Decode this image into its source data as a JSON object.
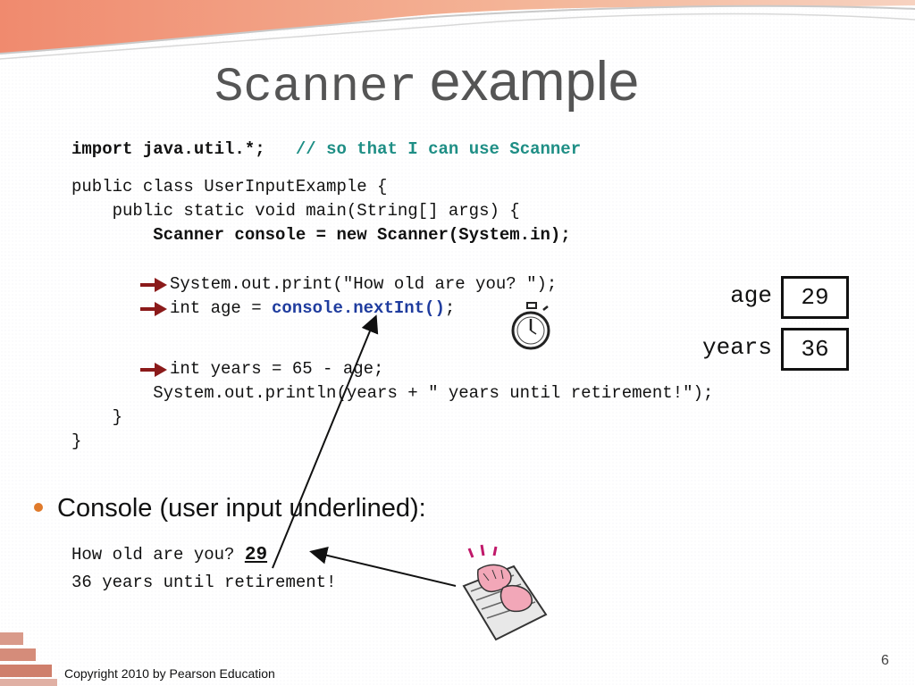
{
  "slide": {
    "title_code": "Scanner",
    "title_text": "example",
    "page_number": "6",
    "copyright": "Copyright 2010 by Pearson Education"
  },
  "code": {
    "import_stmt": "import java.util.*;",
    "import_comment": "// so that I can use Scanner",
    "line_class": "public class UserInputExample {",
    "line_main": "    public static void main(String[] args) {",
    "line_scanner": "        Scanner console = new Scanner(System.in);",
    "line_print": "System.out.print(\"How old are you? \");",
    "line_age_prefix": "int age = ",
    "line_age_call": "console.nextInt()",
    "line_age_suffix": ";",
    "line_years": "int years = 65 - age;",
    "line_println": "        System.out.println(years + \" years until retirement!\");",
    "close_method": "    }",
    "close_class": "}"
  },
  "variables": [
    {
      "name": "age",
      "value": "29"
    },
    {
      "name": "years",
      "value": "36"
    }
  ],
  "bullet": {
    "text": "Console (user input underlined):"
  },
  "console_output": {
    "prompt": "How old are you? ",
    "user_input": "29",
    "result": "36 years until retirement!"
  },
  "colors": {
    "comment": "#1e8e85",
    "highlight": "#1f3c9e",
    "arrow": "#8b1a1a",
    "bullet": "#e07a2b"
  },
  "icons": [
    "line-arrow-icon",
    "stopwatch-icon",
    "typing-keyboard-icon",
    "bricks-icon"
  ]
}
